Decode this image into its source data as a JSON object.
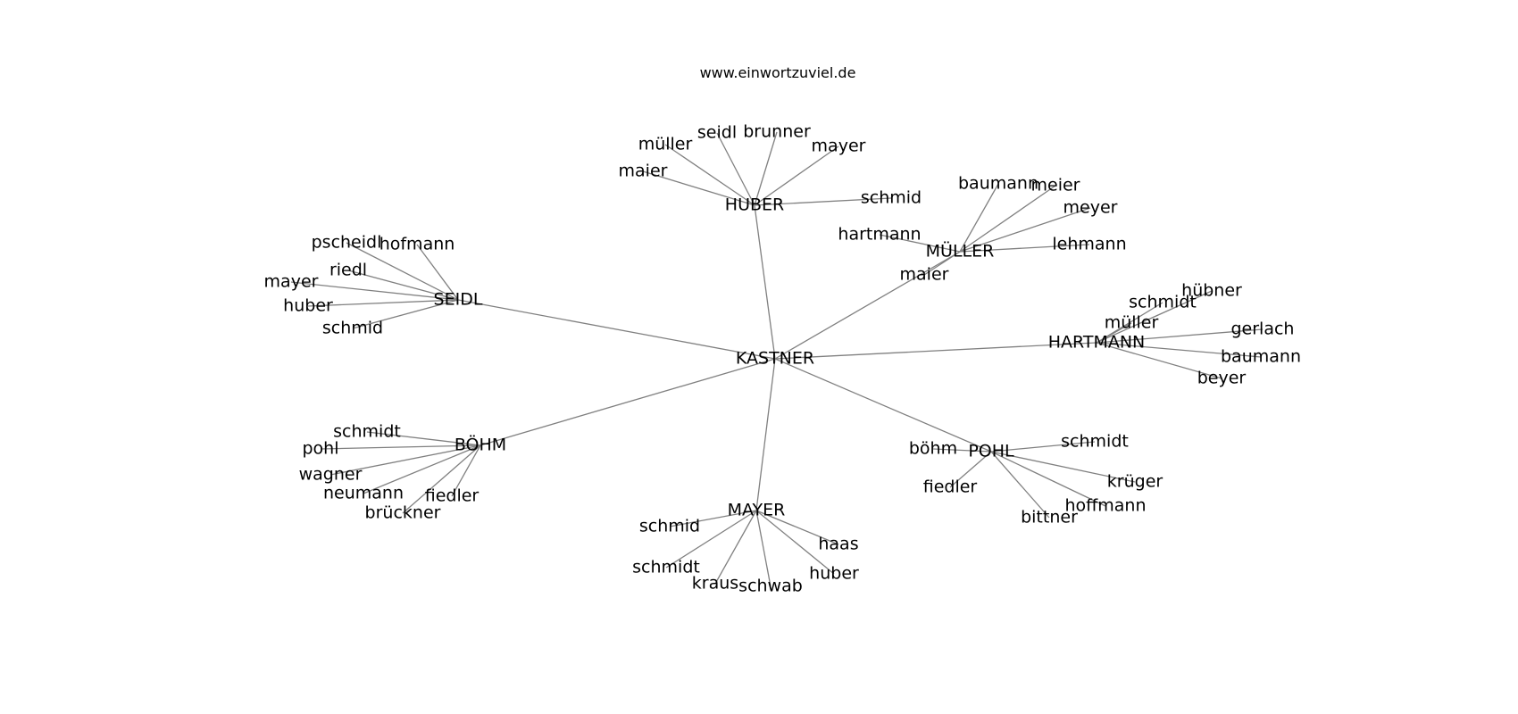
{
  "header": {
    "source": "www.einwortzuviel.de"
  },
  "graph": {
    "center": "KASTNER",
    "clusters": [
      {
        "hub": "HUBER",
        "leaves": [
          "maier",
          "müller",
          "seidl",
          "brunner",
          "mayer",
          "schmid"
        ]
      },
      {
        "hub": "MÜLLER",
        "leaves": [
          "baumann",
          "meier",
          "meyer",
          "hartmann",
          "lehmann",
          "maier"
        ]
      },
      {
        "hub": "SEIDL",
        "leaves": [
          "pscheidl",
          "hofmann",
          "riedl",
          "mayer",
          "huber",
          "schmid"
        ]
      },
      {
        "hub": "HARTMANN",
        "leaves": [
          "hübner",
          "schmidt",
          "müller",
          "gerlach",
          "baumann",
          "beyer"
        ]
      },
      {
        "hub": "BÖHM",
        "leaves": [
          "schmidt",
          "pohl",
          "wagner",
          "neumann",
          "fiedler",
          "brückner"
        ]
      },
      {
        "hub": "POHL",
        "leaves": [
          "böhm",
          "schmidt",
          "fiedler",
          "krüger",
          "hoffmann",
          "bittner"
        ]
      },
      {
        "hub": "MAYER",
        "leaves": [
          "schmid",
          "schmidt",
          "kraus",
          "schwab",
          "haas",
          "huber"
        ]
      }
    ]
  }
}
